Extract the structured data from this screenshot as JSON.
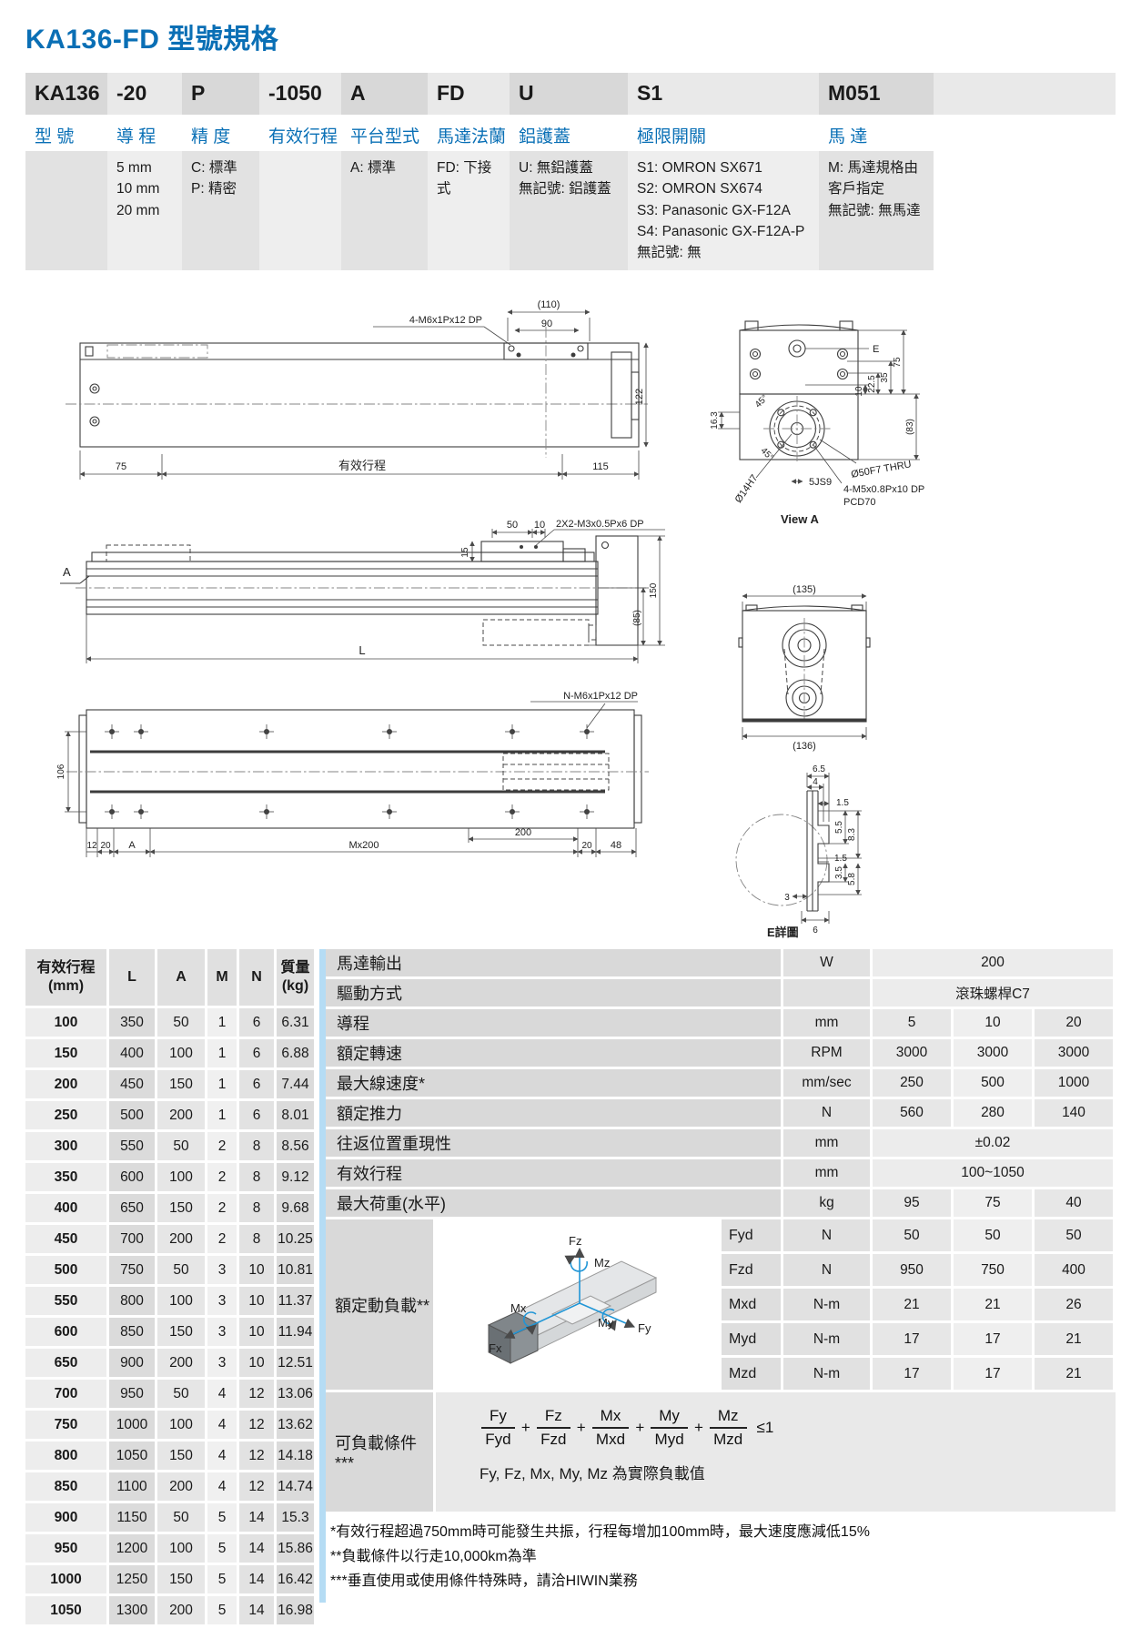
{
  "page": {
    "title": "KA136-FD 型號規格"
  },
  "model_table": {
    "columns": [
      {
        "code": "KA136",
        "label": "型 號",
        "options": []
      },
      {
        "code": "-20",
        "label": "導 程",
        "options": [
          "5 mm",
          "10 mm",
          "20 mm"
        ]
      },
      {
        "code": "P",
        "label": "精 度",
        "options": [
          "C: 標準",
          "P: 精密"
        ]
      },
      {
        "code": "-1050",
        "label": "有效行程",
        "options": []
      },
      {
        "code": "A",
        "label": "平台型式",
        "options": [
          "A: 標準"
        ]
      },
      {
        "code": "FD",
        "label": "馬達法蘭",
        "options": [
          "FD: 下接式"
        ]
      },
      {
        "code": "U",
        "label": "鋁護蓋",
        "options": [
          "U: 無鋁護蓋",
          "無記號: 鋁護蓋"
        ]
      },
      {
        "code": "S1",
        "label": "極限開關",
        "options": [
          "S1: OMRON SX671",
          "S2: OMRON SX674",
          "S3: Panasonic GX-F12A",
          "S4: Panasonic GX-F12A-P",
          "無記號: 無"
        ]
      },
      {
        "code": "M051",
        "label": "馬 達",
        "options": [
          "M: 馬達規格由客戶指定",
          "無記號: 無馬達"
        ]
      }
    ]
  },
  "drawings": {
    "plan_view": {
      "callout": "4-M6x1Px12 DP",
      "dim_110": "(110)",
      "dim_90": "90",
      "dim_122": "122",
      "dim_75": "75",
      "dim_stroke": "有效行程",
      "dim_115": "115"
    },
    "view_a": {
      "label_e": "E",
      "dim_10": "10",
      "dim_22_5": "22.5",
      "dim_35": "35",
      "dim_75": "75",
      "dim_83": "(83)",
      "dim_16_3": "16.3",
      "dim_45_top": "45°",
      "dim_45_bottom": "45°",
      "thru": "Ø50F7 THRU",
      "dia": "Ø14H7",
      "key": "5JS9",
      "tap1": "4-M5x0.8Px10 DP",
      "tap2": "PCD70",
      "title": "View A"
    },
    "side_view": {
      "section_label": "A",
      "dim_15": "15",
      "dim_50": "50",
      "dim_10": "10",
      "callout": "2X2-M3x0.5Px6 DP",
      "dim_85": "(85)",
      "dim_150": "150",
      "dim_l": "L"
    },
    "motor_view": {
      "dim_135": "(135)",
      "dim_136": "(136)"
    },
    "bottom_view": {
      "dim_106": "106",
      "callout": "N-M6x1Px12 DP",
      "dim_12": "12",
      "dim_20_left": "20",
      "dim_a": "A",
      "dim_pitch": "Mx200",
      "dim_200": "200",
      "dim_20_right": "20",
      "dim_48": "48"
    },
    "e_detail": {
      "dim_6_5": "6.5",
      "dim_4": "4",
      "dim_1_5_top": "1.5",
      "dim_5_5": "5.5",
      "dim_8_3": "8.3",
      "dim_1_5_mid": "1.5",
      "dim_3_5": "3.5",
      "dim_5_8": "5.8",
      "dim_3": "3",
      "dim_6": "6",
      "title": "E詳圖"
    }
  },
  "dimension_table": {
    "headers": [
      [
        "有效行程",
        "(mm)"
      ],
      [
        "L"
      ],
      [
        "A"
      ],
      [
        "M"
      ],
      [
        "N"
      ],
      [
        "質量",
        "(kg)"
      ]
    ],
    "rows": [
      [
        "100",
        "350",
        "50",
        "1",
        "6",
        "6.31"
      ],
      [
        "150",
        "400",
        "100",
        "1",
        "6",
        "6.88"
      ],
      [
        "200",
        "450",
        "150",
        "1",
        "6",
        "7.44"
      ],
      [
        "250",
        "500",
        "200",
        "1",
        "6",
        "8.01"
      ],
      [
        "300",
        "550",
        "50",
        "2",
        "8",
        "8.56"
      ],
      [
        "350",
        "600",
        "100",
        "2",
        "8",
        "9.12"
      ],
      [
        "400",
        "650",
        "150",
        "2",
        "8",
        "9.68"
      ],
      [
        "450",
        "700",
        "200",
        "2",
        "8",
        "10.25"
      ],
      [
        "500",
        "750",
        "50",
        "3",
        "10",
        "10.81"
      ],
      [
        "550",
        "800",
        "100",
        "3",
        "10",
        "11.37"
      ],
      [
        "600",
        "850",
        "150",
        "3",
        "10",
        "11.94"
      ],
      [
        "650",
        "900",
        "200",
        "3",
        "10",
        "12.51"
      ],
      [
        "700",
        "950",
        "50",
        "4",
        "12",
        "13.06"
      ],
      [
        "750",
        "1000",
        "100",
        "4",
        "12",
        "13.62"
      ],
      [
        "800",
        "1050",
        "150",
        "4",
        "12",
        "14.18"
      ],
      [
        "850",
        "1100",
        "200",
        "4",
        "12",
        "14.74"
      ],
      [
        "900",
        "1150",
        "50",
        "5",
        "14",
        "15.3"
      ],
      [
        "950",
        "1200",
        "100",
        "5",
        "14",
        "15.86"
      ],
      [
        "1000",
        "1250",
        "150",
        "5",
        "14",
        "16.42"
      ],
      [
        "1050",
        "1300",
        "200",
        "5",
        "14",
        "16.98"
      ]
    ]
  },
  "spec_table": {
    "rows": [
      {
        "label": "馬達輸出",
        "unit": "W",
        "values": [
          "200"
        ]
      },
      {
        "label": "驅動方式",
        "unit": "",
        "values": [
          "滾珠螺桿C7"
        ]
      },
      {
        "label": "導程",
        "unit": "mm",
        "values": [
          "5",
          "10",
          "20"
        ]
      },
      {
        "label": "額定轉速",
        "unit": "RPM",
        "values": [
          "3000",
          "3000",
          "3000"
        ]
      },
      {
        "label": "最大線速度*",
        "unit": "mm/sec",
        "values": [
          "250",
          "500",
          "1000"
        ]
      },
      {
        "label": "額定推力",
        "unit": "N",
        "values": [
          "560",
          "280",
          "140"
        ]
      },
      {
        "label": "往返位置重現性",
        "unit": "mm",
        "values": [
          "±0.02"
        ]
      },
      {
        "label": "有效行程",
        "unit": "mm",
        "values": [
          "100~1050"
        ]
      },
      {
        "label": "最大荷重(水平)",
        "unit": "kg",
        "values": [
          "95",
          "75",
          "40"
        ]
      }
    ],
    "load_section": {
      "label": "額定動負載**",
      "axes": {
        "fz": "Fz",
        "mz": "Mz",
        "my": "My",
        "fy": "Fy",
        "mx": "Mx",
        "fx": "Fx"
      },
      "rows": [
        {
          "name": "Fyd",
          "unit": "N",
          "values": [
            "50",
            "50",
            "50"
          ]
        },
        {
          "name": "Fzd",
          "unit": "N",
          "values": [
            "950",
            "750",
            "400"
          ]
        },
        {
          "name": "Mxd",
          "unit": "N-m",
          "values": [
            "21",
            "21",
            "26"
          ]
        },
        {
          "name": "Myd",
          "unit": "N-m",
          "values": [
            "17",
            "17",
            "21"
          ]
        },
        {
          "name": "Mzd",
          "unit": "N-m",
          "values": [
            "17",
            "17",
            "21"
          ]
        }
      ]
    },
    "load_condition": {
      "label": "可負載條件***",
      "terms": [
        [
          "Fy",
          "Fyd"
        ],
        [
          "Fz",
          "Fzd"
        ],
        [
          "Mx",
          "Mxd"
        ],
        [
          "My",
          "Myd"
        ],
        [
          "Mz",
          "Mzd"
        ]
      ],
      "suffix": "≤1",
      "note": "Fy, Fz, Mx, My, Mz 為實際負載值"
    }
  },
  "footnotes": [
    "*有效行程超過750mm時可能發生共振，行程每增加100mm時，最大速度應減低15%",
    "**負載條件以行走10,000km為準",
    "***垂直使用或使用條件特殊時，請洽HIWIN業務"
  ]
}
